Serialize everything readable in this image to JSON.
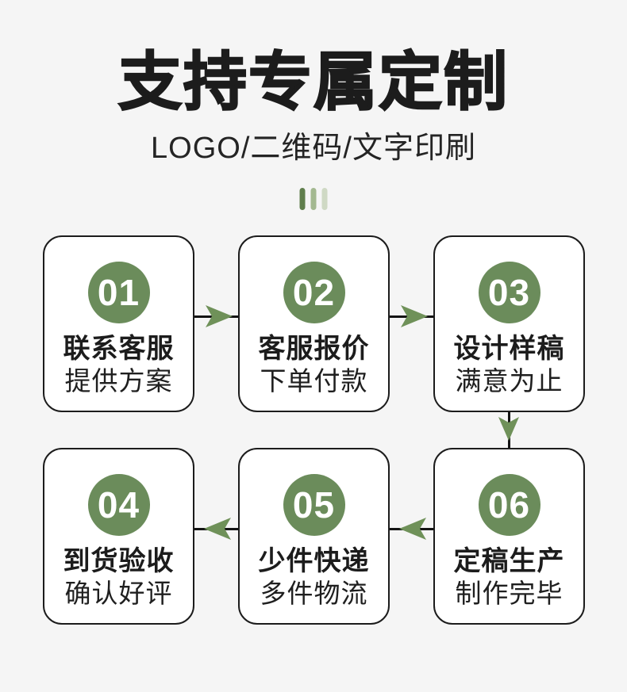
{
  "theme": {
    "bg": "#f5f5f5",
    "card_bg": "#ffffff",
    "ink": "#1c1c1c",
    "accent": "#6b8c5b",
    "arrow_green": "#6f9159",
    "bar_colors": [
      "#5f7e4c",
      "#a3b890",
      "#cfd9c4"
    ]
  },
  "header": {
    "title": "支持专属定制",
    "subtitle": "LOGO/二维码/文字印刷"
  },
  "flow": {
    "steps": [
      {
        "number": "01",
        "line1": "联系客服",
        "line2": "提供方案"
      },
      {
        "number": "02",
        "line1": "客服报价",
        "line2": "下单付款"
      },
      {
        "number": "03",
        "line1": "设计样稿",
        "line2": "满意为止"
      },
      {
        "number": "04",
        "line1": "到货验收",
        "line2": "确认好评"
      },
      {
        "number": "05",
        "line1": "少件快递",
        "line2": "多件物流"
      },
      {
        "number": "06",
        "line1": "定稿生产",
        "line2": "制作完毕"
      }
    ],
    "arrows": [
      {
        "from": "01",
        "to": "02",
        "direction": "right"
      },
      {
        "from": "02",
        "to": "03",
        "direction": "right"
      },
      {
        "from": "03",
        "to": "06",
        "direction": "down"
      },
      {
        "from": "06",
        "to": "05",
        "direction": "left"
      },
      {
        "from": "05",
        "to": "04",
        "direction": "left"
      }
    ]
  }
}
